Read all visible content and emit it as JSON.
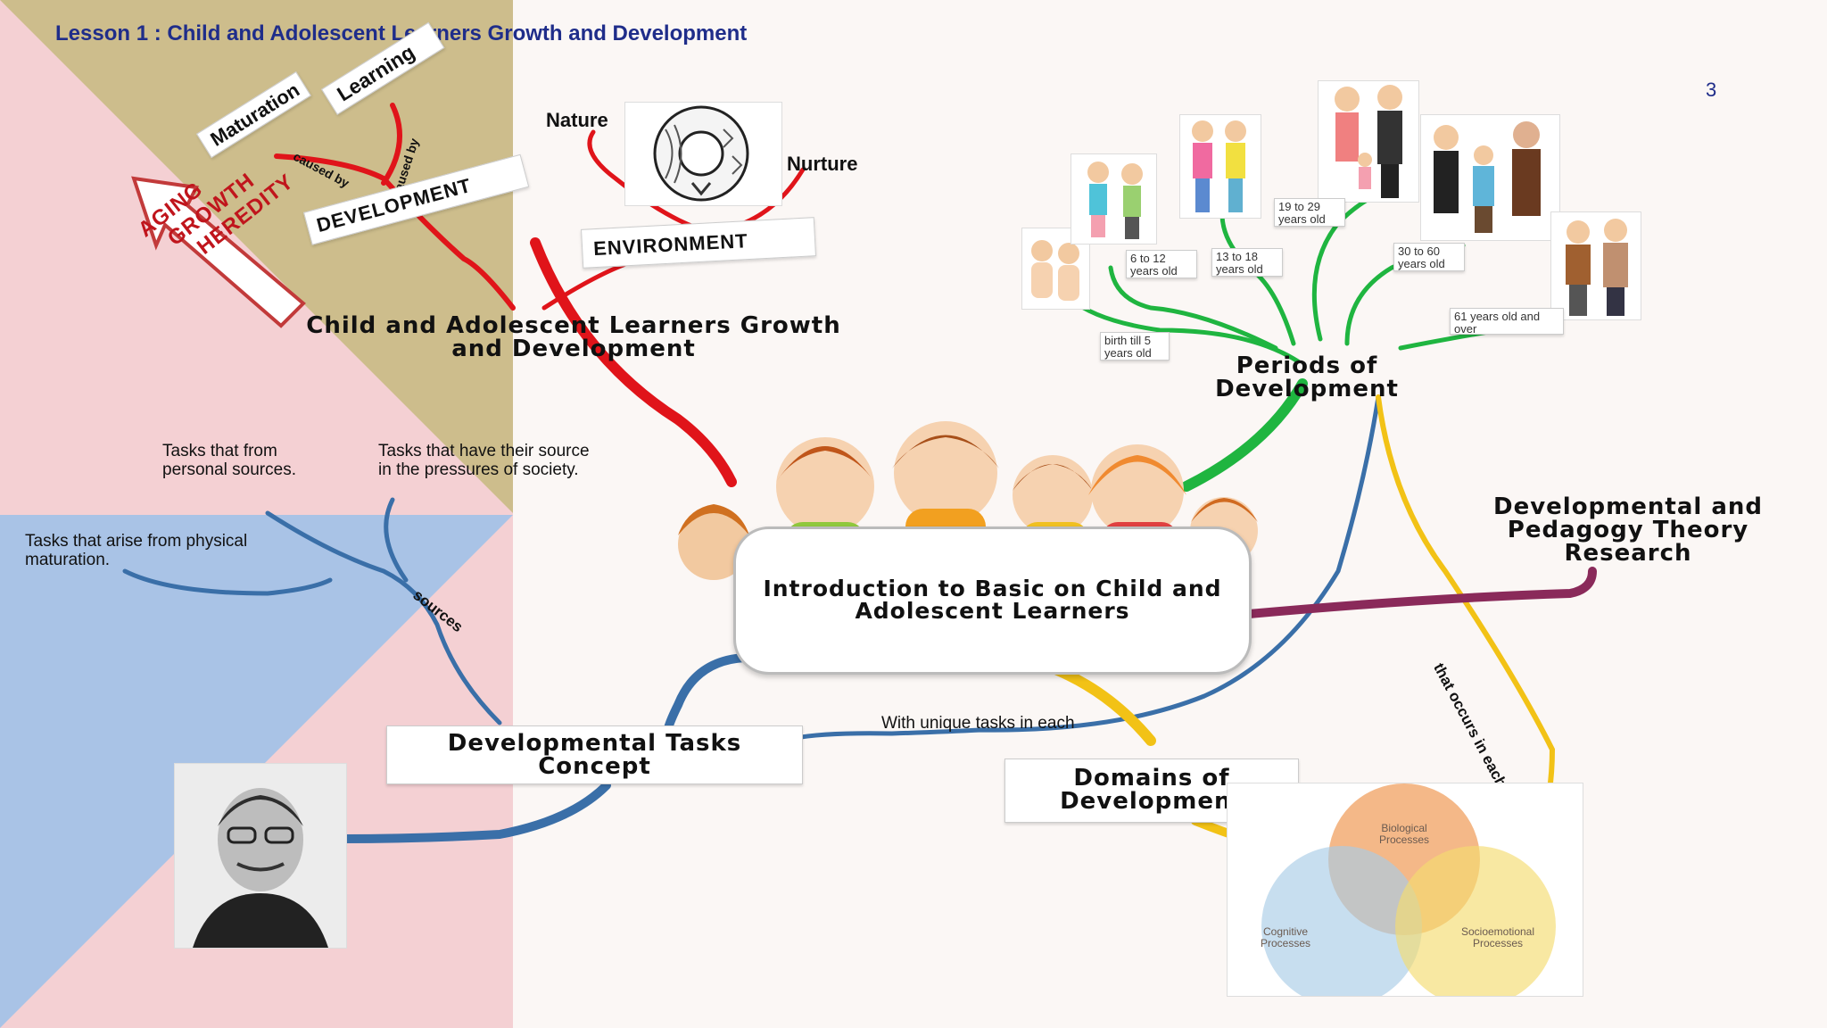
{
  "slide": {
    "title": "Lesson 1 : Child and Adolescent Learners Growth and Development",
    "page_number": "3"
  },
  "center": {
    "title": "Introduction to Basic on Child and Adolescent Learners"
  },
  "growth": {
    "title": "Child and Adolescent Learners Growth and Development",
    "maturation": "Maturation",
    "learning": "Learning",
    "caused_by_1": "caused by",
    "caused_by_2": "caused by",
    "development": "DEVELOPMENT",
    "arrow_words": [
      "AGING",
      "GROWTH",
      "HEREDITY"
    ],
    "nature": "Nature",
    "nurture": "Nurture",
    "environment": "ENVIRONMENT"
  },
  "periods": {
    "title": "Periods of Development",
    "stages": [
      "birth till 5 years old",
      "6 to 12 years old",
      "13 to 18 years old",
      "19 to 29 years old",
      "30 to 60 years old",
      "61 years old and over"
    ]
  },
  "research": {
    "title": "Developmental and Pedagogy Theory Research"
  },
  "tasks": {
    "title": "Developmental Tasks Concept",
    "sources_label": "sources",
    "unique_tasks_label": "With unique tasks in each",
    "sources": [
      "Tasks that from personal sources.",
      "Tasks that have their source in the pressures of society.",
      "Tasks that arise from physical maturation."
    ]
  },
  "domains": {
    "title": "Domains of Development",
    "occurs_label": "that occurs in each",
    "venn": [
      "Biological Processes",
      "Cognitive Processes",
      "Socioemotional Processes"
    ]
  },
  "colors": {
    "title_blue": "#1f2d8a",
    "red_branch": "#e0141a",
    "green_branch": "#1fb540",
    "blue_branch": "#3a6fa8",
    "yellow_branch": "#f2c216",
    "purple_branch": "#8a2a5a",
    "tan_bg": "#cdbd8c",
    "pink_bg": "#f4d0d3",
    "blue_bg": "#a9c3e6"
  }
}
